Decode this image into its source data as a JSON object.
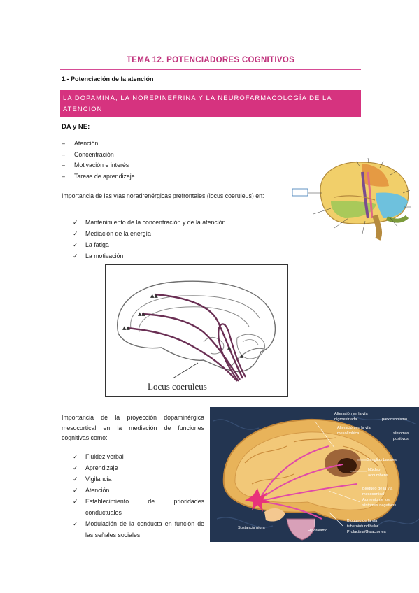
{
  "header": {
    "title": "TEMA 12. POTENCIADORES COGNITIVOS",
    "section": "1.- Potenciación de la atención"
  },
  "banner": {
    "line1": "LA DOPAMINA, LA NOREPINEFRINA Y LA NEUROFARMACOLOGÍA DE LA",
    "line2": "ATENCIÓN"
  },
  "dane": "DA y NE:",
  "dash_marker": "–",
  "dash_items": [
    "Atención",
    "Concentración",
    "Motivación e interés",
    "Tareas de aprendizaje"
  ],
  "para1": {
    "before": "Importancia de las ",
    "underlined": "vías noradrenérgicas",
    "after": " prefrontales (locus coeruleus) en:"
  },
  "check_marker": "✓",
  "check_items_1": [
    "Mantenimiento de la concentración y de la atención",
    "Mediación de la energía",
    "La fatiga",
    "La motivación"
  ],
  "locus_figure": {
    "label": "Locus coeruleus"
  },
  "para2": "Importancia de la proyección dopaminérgica mesocortical en la mediación de funciones cognitivas como:",
  "check_items_2": [
    "Fluidez verbal",
    "Aprendizaje",
    "Vigilancia",
    "Atención",
    "Establecimiento de prioridades conductuales",
    "Modulación de la conducta en función de las señales sociales"
  ],
  "dopa_figure": {
    "labels": [
      "Alteración en la vía",
      "nigroestriada",
      "parkinsonismo",
      "Alteración en la vía",
      "mesolímbica",
      "síntomas",
      "positivos",
      "Ganglios basales",
      "Núcleo",
      "accumbens",
      "Bloqueo de la vía",
      "mesocortical",
      "Aumento de los",
      "síntomas negativos",
      "Sustancia nigra",
      "Hipotálamo",
      "Bloqueo de la vía",
      "tuberoinfundibular",
      "Prolactina/Galactorrea"
    ]
  },
  "colors": {
    "accent": "#d6337f",
    "title": "#c0327c"
  }
}
